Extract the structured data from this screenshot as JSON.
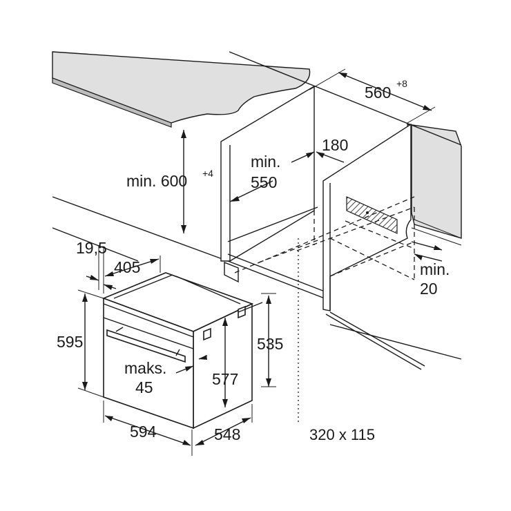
{
  "diagram": {
    "labels": {
      "depth_niche": "560",
      "depth_niche_tol": "+8",
      "min_height_line1": "min. 600",
      "min_height_tol": "+4",
      "gap_180": "180",
      "min_550_line1": "min.",
      "min_550_line2": "550",
      "min_20_line1": "min.",
      "min_20_line2": "20",
      "d_19_5": "19,5",
      "d_405": "405",
      "d_595": "595",
      "d_535": "535",
      "d_577": "577",
      "maks_line1": "maks.",
      "maks_line2": "45",
      "d_594": "594",
      "d_548": "548",
      "vent_opening": "320 x 115"
    }
  }
}
